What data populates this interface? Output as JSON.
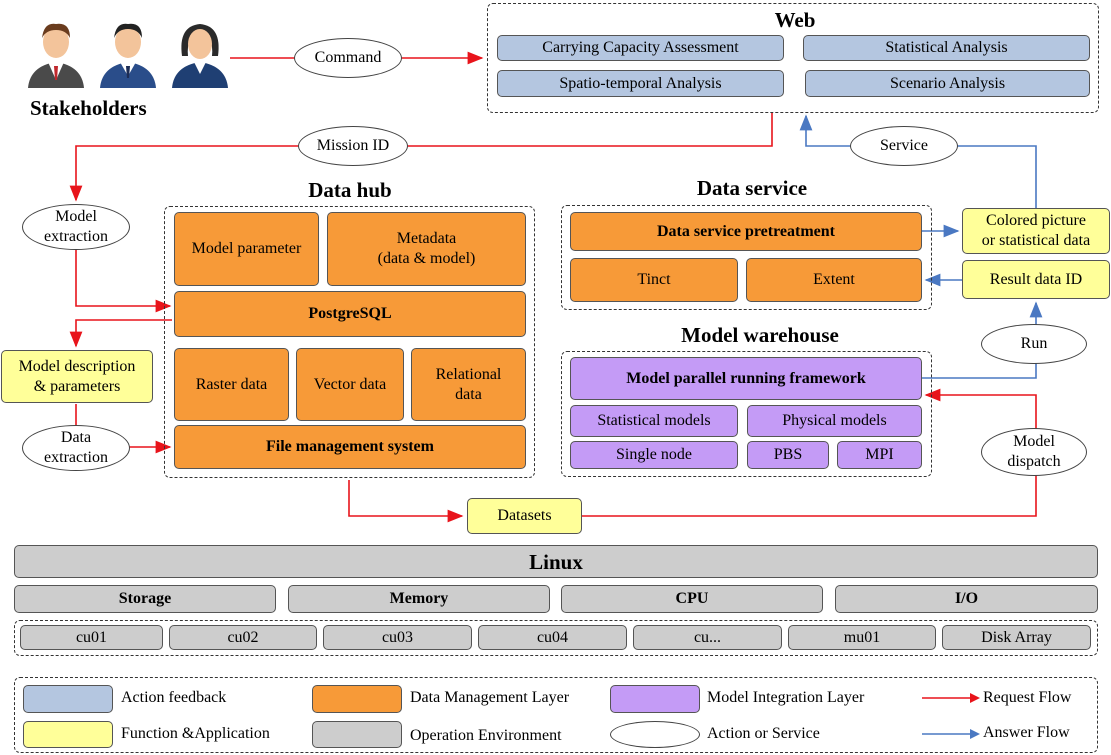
{
  "stakeholders": {
    "label": "Stakeholders"
  },
  "web": {
    "title": "Web",
    "items": [
      "Carrying Capacity Assessment",
      "Statistical Analysis",
      "Spatio-temporal Analysis",
      "Scenario Analysis"
    ]
  },
  "datahub": {
    "title": "Data hub",
    "model_parameter": "Model parameter",
    "metadata_line1": "Metadata",
    "metadata_line2": "(data & model)",
    "postgresql": "PostgreSQL",
    "raster": "Raster data",
    "vector": "Vector data",
    "relational_line1": "Relational",
    "relational_line2": "data",
    "file_mgmt": "File management system"
  },
  "dataservice": {
    "title": "Data service",
    "pretreatment": "Data service pretreatment",
    "tinct": "Tinct",
    "extent": "Extent"
  },
  "warehouse": {
    "title": "Model warehouse",
    "framework": "Model parallel running framework",
    "statistical": "Statistical models",
    "physical": "Physical models",
    "single": "Single node",
    "pbs": "PBS",
    "mpi": "MPI"
  },
  "ovals": {
    "command": "Command",
    "mission_id": "Mission ID",
    "model_extraction_1": "Model",
    "model_extraction_2": "extraction",
    "data_extraction_1": "Data",
    "data_extraction_2": "extraction",
    "service": "Service",
    "run": "Run",
    "model_dispatch_1": "Model",
    "model_dispatch_2": "dispatch"
  },
  "yellow_boxes": {
    "model_desc_1": "Model description",
    "model_desc_2": "& parameters",
    "colored_1": "Colored picture",
    "colored_2": "or statistical data",
    "result_id": "Result data ID",
    "datasets": "Datasets"
  },
  "linux": {
    "title": "Linux",
    "resources": [
      "Storage",
      "Memory",
      "CPU",
      "I/O"
    ],
    "nodes": [
      "cu01",
      "cu02",
      "cu03",
      "cu04",
      "cu...",
      "mu01",
      "Disk Array"
    ]
  },
  "legend": {
    "action_feedback": "Action feedback",
    "data_mgmt": "Data Management Layer",
    "model_integration": "Model Integration Layer",
    "request_flow": "Request Flow",
    "function_app": "Function &Application",
    "operation_env": "Operation Environment",
    "action_service": "Action or Service",
    "answer_flow": "Answer Flow"
  },
  "colors": {
    "action_feedback": "#b4c6e0",
    "data_management": "#f79a38",
    "model_integration": "#c49bf6",
    "function_application": "#ffff99",
    "operation_environment": "#cdcdcd",
    "request_flow": "#e8141b",
    "answer_flow": "#4a78c2"
  }
}
